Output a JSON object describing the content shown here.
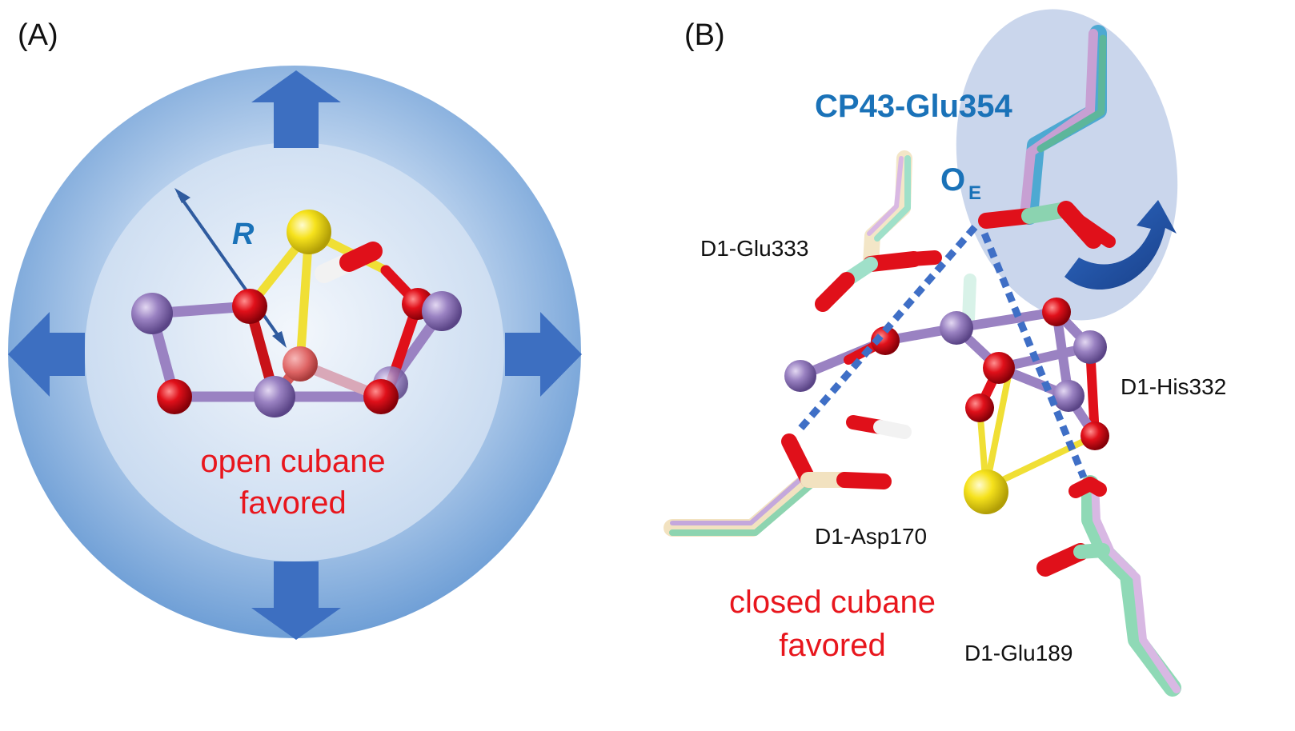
{
  "panels": {
    "a": {
      "label": "(A)",
      "radius_label": "R",
      "caption_line1": "open cubane",
      "caption_line2": "favored"
    },
    "b": {
      "label": "(B)",
      "residue_highlight": "CP43-Glu354",
      "oxygen_label": "O",
      "oxygen_subscript": "E",
      "residues": [
        "D1-Glu333",
        "D1-His332",
        "D1-Asp170",
        "D1-Glu189"
      ],
      "caption_line1": "closed cubane",
      "caption_line2": "favored"
    }
  },
  "colors": {
    "accent_blue": "#1a72b8",
    "arrow_blue": "#3d6fc1",
    "caption_red": "#e8161d",
    "manganese": "#9a82c2",
    "oxygen": "#e0101a",
    "calcium": "#f6e21c"
  }
}
